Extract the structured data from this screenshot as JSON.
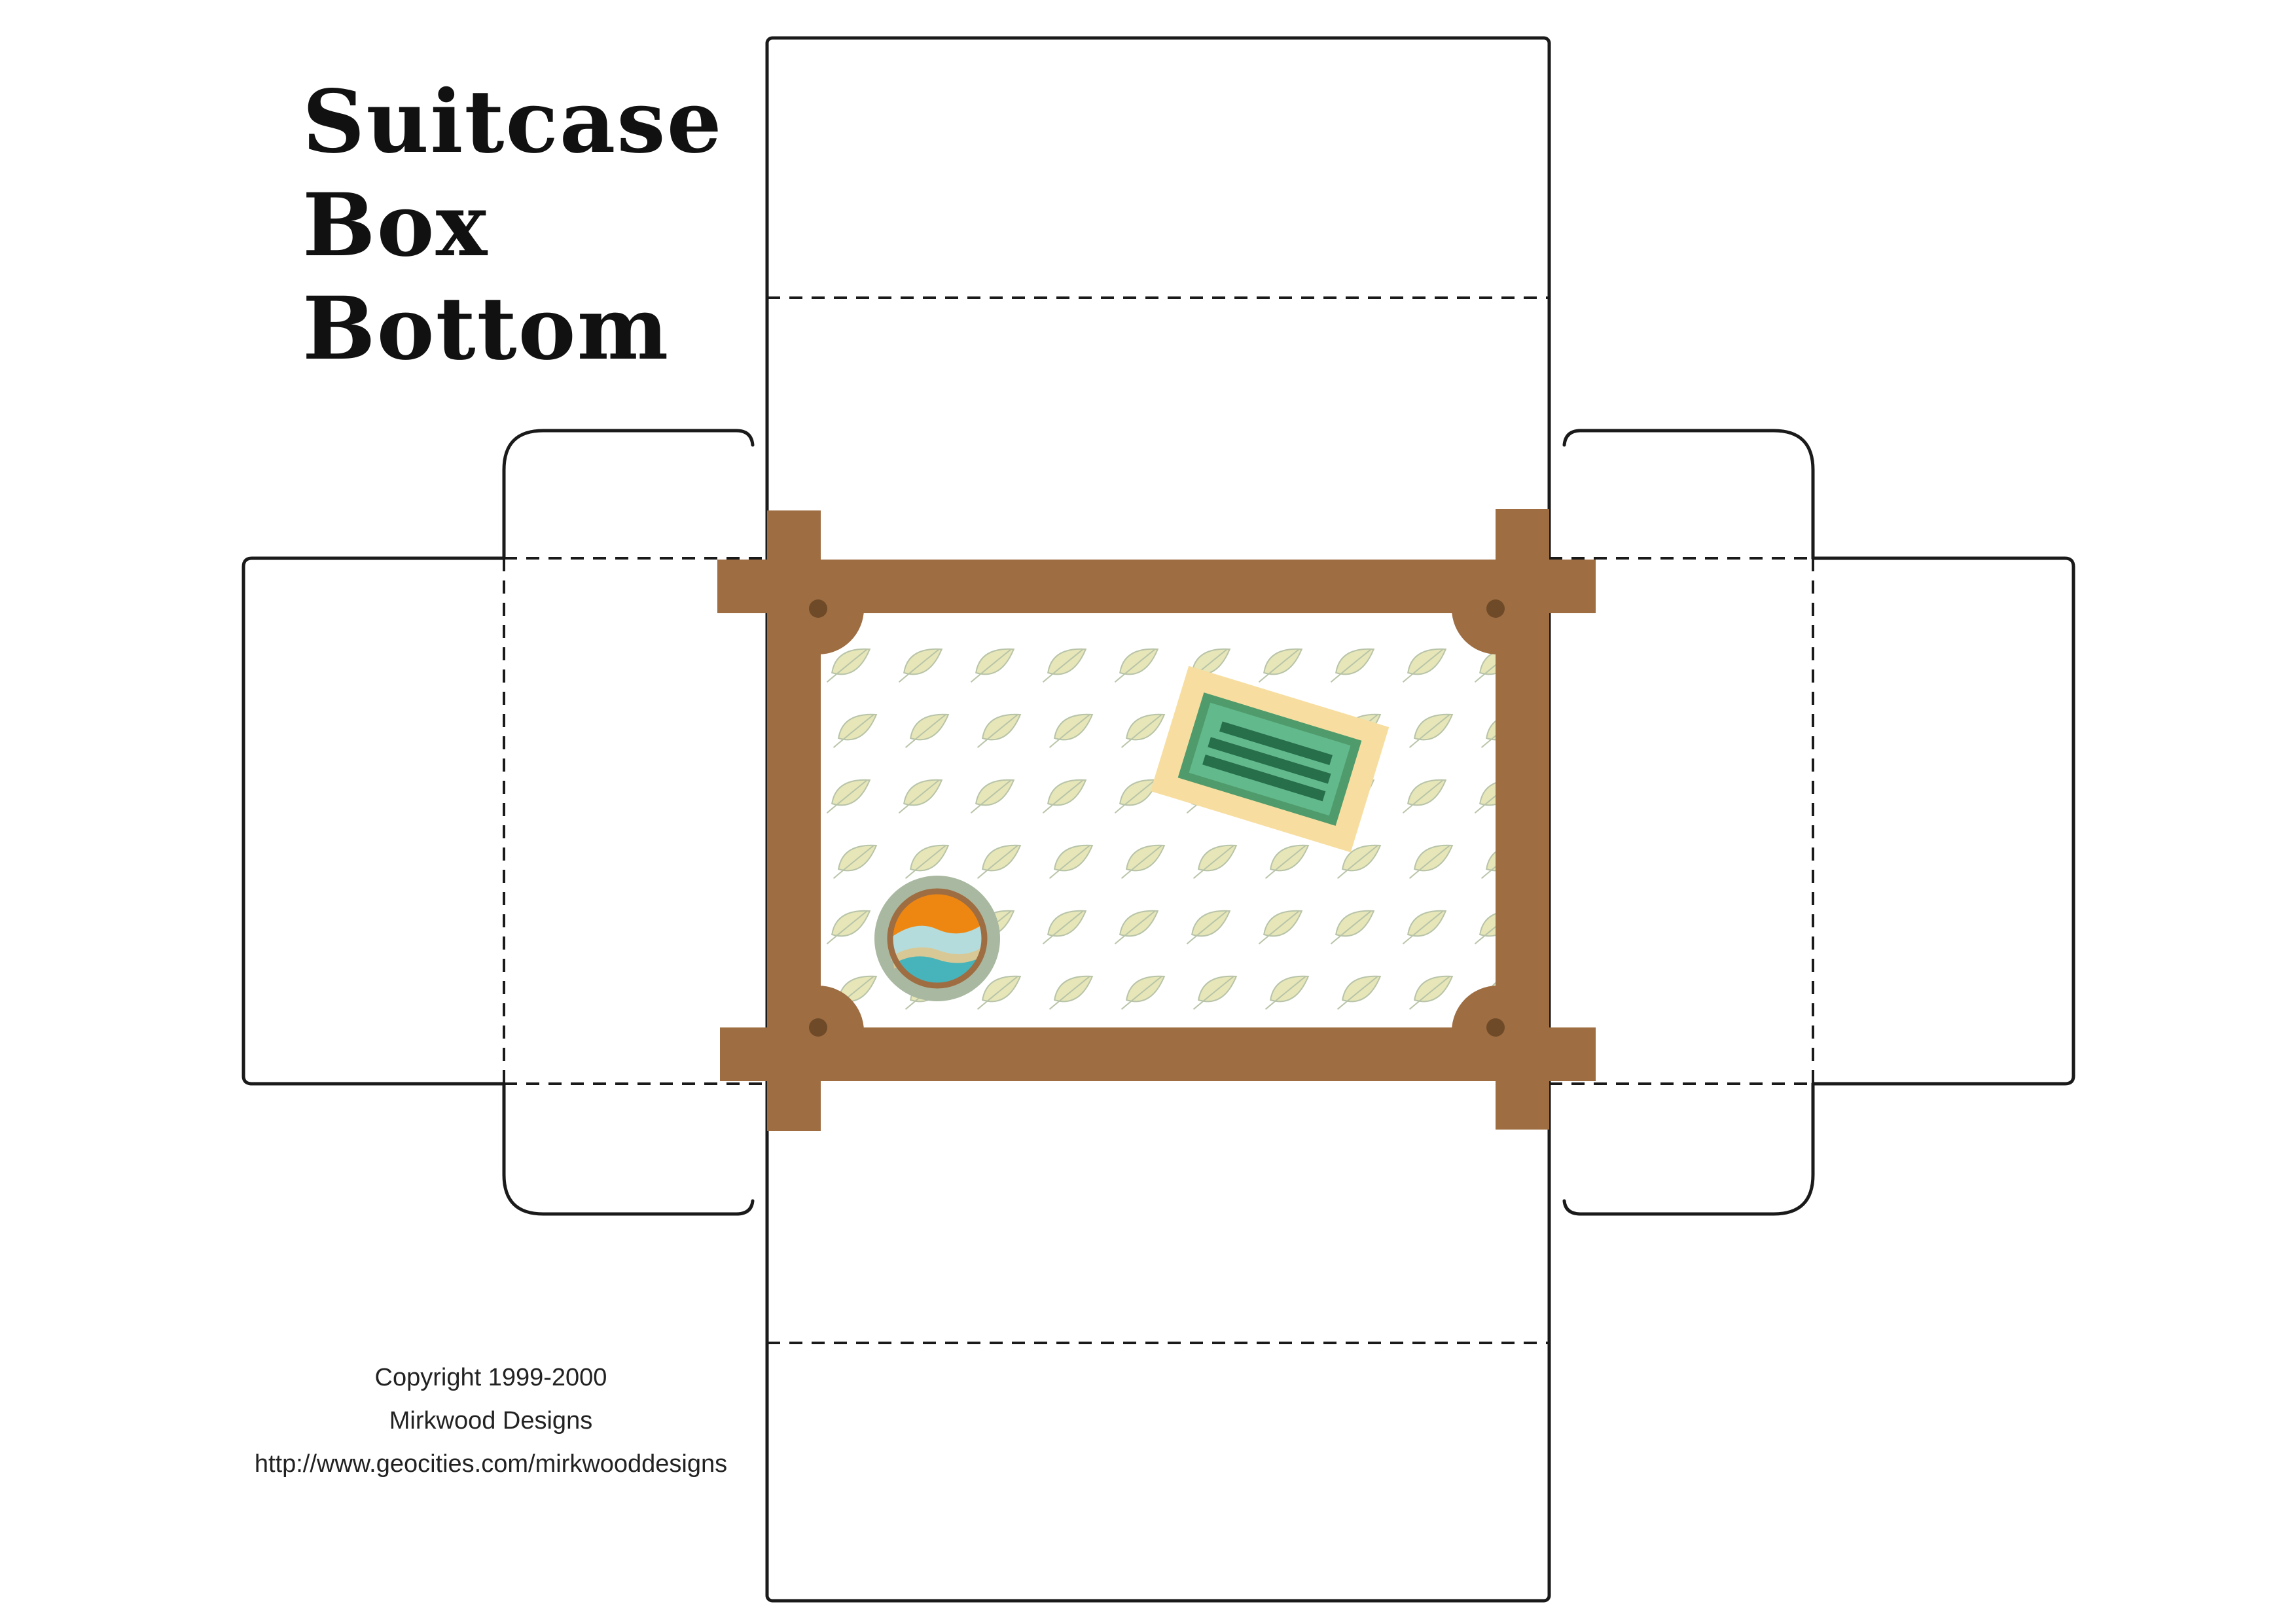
{
  "title": {
    "line1": "Suitcase",
    "line2": "Box",
    "line3": "Bottom"
  },
  "copyright": {
    "line1": "Copyright 1999-2000",
    "line2": "Mirkwood Designs",
    "line3": "http://www.geocities.com/mirkwooddesigns"
  },
  "colors": {
    "outline": "#1a1a1a",
    "frame": "#9e6d42",
    "rivet": "#6e4a28",
    "leaf": "#e6e6b8",
    "leaf_stroke": "#b8c4a8",
    "tag_outer": "#f7dea0",
    "tag_inner": "#4f9b6c",
    "tag_screen": "#62b98c",
    "tag_lines": "#276e4a",
    "badge_ring": "#a9b8a0",
    "badge_orange": "#ee8712",
    "badge_teal": "#46b4ba",
    "badge_sky": "#b4dcdc",
    "badge_sand": "#d8c896"
  },
  "icons": {
    "pattern": "leaf-icon",
    "tag": "luggage-tag-icon",
    "badge": "travel-sticker-icon"
  }
}
